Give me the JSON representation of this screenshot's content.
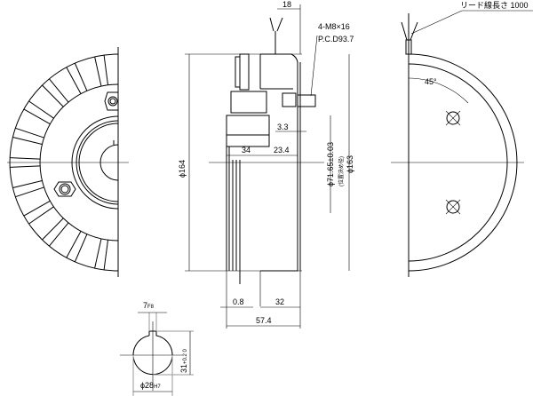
{
  "front_view": {
    "label": "front-view"
  },
  "section_view": {
    "dim_top": "18",
    "bolt_spec": "4-M8×16",
    "pcd": "P.C.D93.7",
    "dim_3_3": "3.3",
    "dim_34": "34",
    "dim_23_4": "23.4",
    "dia_164": "ϕ164",
    "dia_71_65": "ϕ71.65±0.03",
    "positioning_note": "(位置決め径)",
    "dia_163": "ϕ163",
    "dim_0_8": "0.8",
    "dim_32": "32",
    "dim_57_4": "57.4"
  },
  "shaft_view": {
    "key_width": "7",
    "key_tol": "F8",
    "key_depth": "31",
    "key_depth_tol": "+0.2 0",
    "bore": "ϕ28",
    "bore_tol": "H7"
  },
  "rear_view": {
    "lead_wire_note": "リード線長さ 1000",
    "angle": "45°"
  }
}
